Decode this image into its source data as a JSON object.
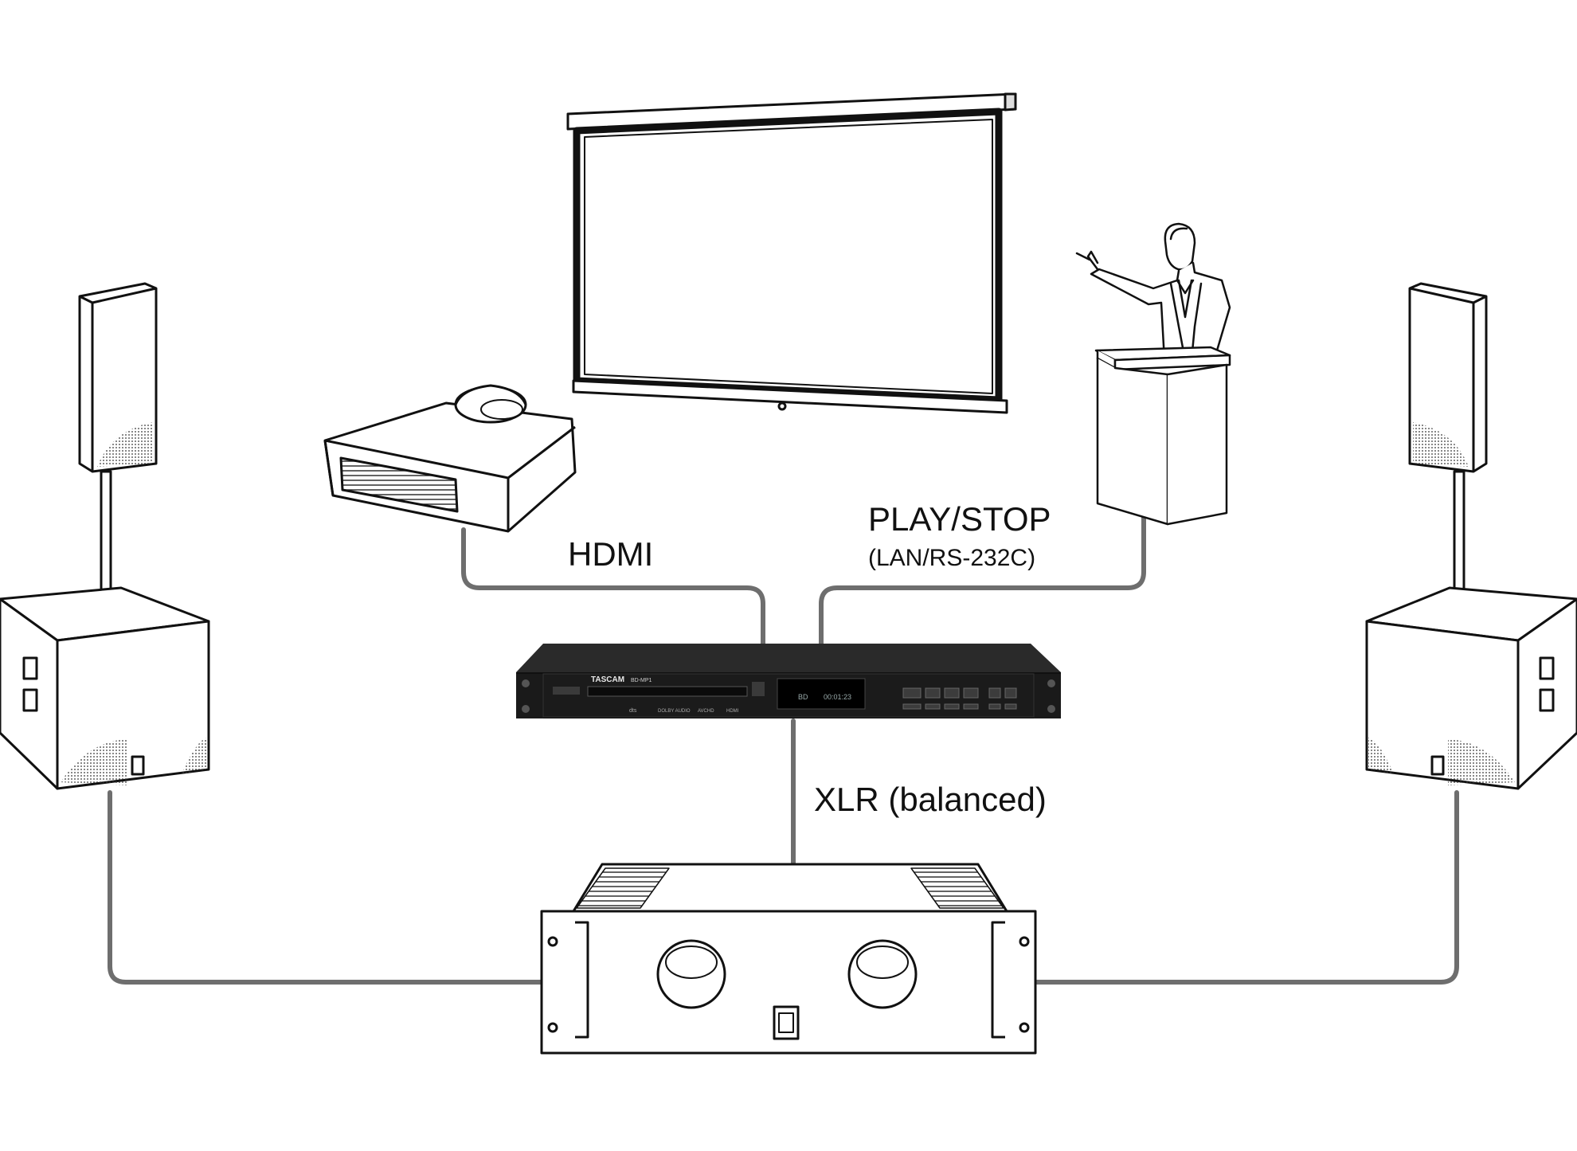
{
  "labels": {
    "hdmi": "HDMI",
    "play_stop": "PLAY/STOP",
    "lan_rs232c": "(LAN/RS-232C)",
    "xlr": "XLR (balanced)"
  },
  "player": {
    "brand": "TASCAM",
    "model": "BD-MP1",
    "display_left": "BD",
    "display_time": "00:01:23",
    "logos": [
      "dts",
      "DOLBY AUDIO",
      "AVCHD",
      "HDMI"
    ]
  },
  "colors": {
    "cable": "#6e6e6e",
    "outline": "#111111",
    "player_body": "#1b1b1b",
    "background": "#ffffff"
  },
  "icons": {
    "screen": "projection-screen-icon",
    "projector": "projector-icon",
    "presenter": "presenter-at-podium-icon",
    "speaker_top": "satellite-speaker-icon",
    "speaker_sub": "subwoofer-icon",
    "amplifier": "power-amplifier-icon",
    "player": "bluray-player-icon"
  }
}
